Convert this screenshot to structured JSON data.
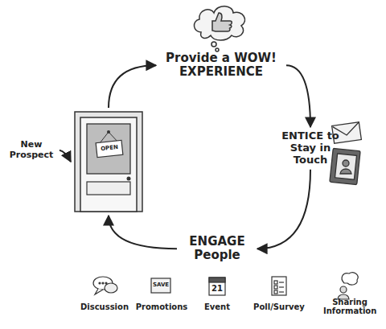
{
  "diagram": {
    "nodes": [
      {
        "text": [
          "OPEN"
        ]
      },
      {
        "text": [
          "Provide a WOW! EXPERIENCE"
        ]
      },
      {
        "text": [
          "ENTICE to Stay in Touch"
        ]
      },
      {
        "text": [
          "ENGAGE People"
        ]
      },
      {
        "text": [
          "New Prospect"
        ]
      }
    ],
    "edges": [
      {
        "from": 0,
        "to": 1,
        "arrow": "to"
      },
      {
        "from": 1,
        "to": 2,
        "arrow": "to"
      },
      {
        "from": 2,
        "to": 3,
        "arrow": "to"
      },
      {
        "from": 3,
        "to": 0,
        "arrow": "to"
      },
      {
        "from": 4,
        "to": 0,
        "arrow": "to"
      }
    ],
    "labels": [
      "SAVE",
      "21",
      "Discussion",
      "Promotions",
      "Event",
      "Poll/Survey",
      "Sharing Information"
    ]
  }
}
